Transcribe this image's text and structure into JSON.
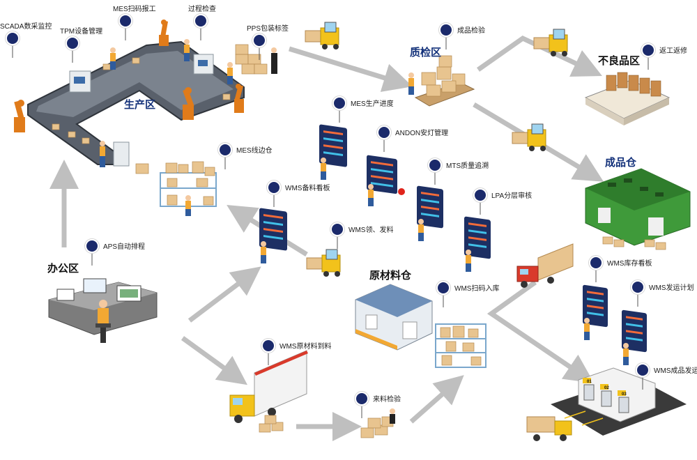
{
  "colors": {
    "pin_fill": "#1b2a6b",
    "pin_ring": "#ffffff",
    "pin_stem": "#555555",
    "arrow": "#bfbfbf",
    "zone_text": "#13317a",
    "robot": "#e07b1a",
    "box": "#e8c48f",
    "warehouse_green": "#3f9a3a",
    "screen": "#1d2f63",
    "truck_yellow": "#f2c21b",
    "truck_red": "#d93a2b"
  },
  "zones": [
    {
      "id": "production",
      "label": "生产区"
    },
    {
      "id": "office",
      "label": "办公区"
    },
    {
      "id": "quality",
      "label": "质检区"
    },
    {
      "id": "defect",
      "label": "不良品区"
    },
    {
      "id": "finished_wh",
      "label": "成品仓"
    },
    {
      "id": "raw_wh",
      "label": "原材料仓"
    }
  ],
  "pins": [
    {
      "id": "scada",
      "label": "SCADA数采监控"
    },
    {
      "id": "tpm",
      "label": "TPM设备管理"
    },
    {
      "id": "mes_scan",
      "label": "MES扫码报工"
    },
    {
      "id": "process_check",
      "label": "过程检查"
    },
    {
      "id": "pps",
      "label": "PPS包装标签"
    },
    {
      "id": "fg_inspect",
      "label": "成品检验"
    },
    {
      "id": "rework",
      "label": "返工返修"
    },
    {
      "id": "mes_progress",
      "label": "MES生产进度"
    },
    {
      "id": "andon",
      "label": "ANDON安灯管理"
    },
    {
      "id": "mts",
      "label": "MTS质量追溯"
    },
    {
      "id": "lpa",
      "label": "LPA分层审核"
    },
    {
      "id": "mes_line",
      "label": "MES线边仓"
    },
    {
      "id": "wms_board",
      "label": "WMS备料看板"
    },
    {
      "id": "wms_issue",
      "label": "WMS领、发料"
    },
    {
      "id": "aps",
      "label": "APS自动排程"
    },
    {
      "id": "wms_stock",
      "label": "WMS库存看板"
    },
    {
      "id": "wms_plan",
      "label": "WMS发运计划"
    },
    {
      "id": "wms_scan_in",
      "label": "WMS扫码入库"
    },
    {
      "id": "wms_arrival",
      "label": "WMS原材料到料"
    },
    {
      "id": "incoming",
      "label": "来料检验"
    },
    {
      "id": "wms_ship",
      "label": "WMS成品发运"
    }
  ],
  "dock_numbers": [
    "01",
    "02",
    "03"
  ],
  "icons": [
    "location-pin-icon",
    "forklift-icon",
    "truck-icon",
    "robot-arm-icon",
    "warehouse-icon",
    "dashboard-screen-icon",
    "worker-icon",
    "box-stack-icon"
  ]
}
